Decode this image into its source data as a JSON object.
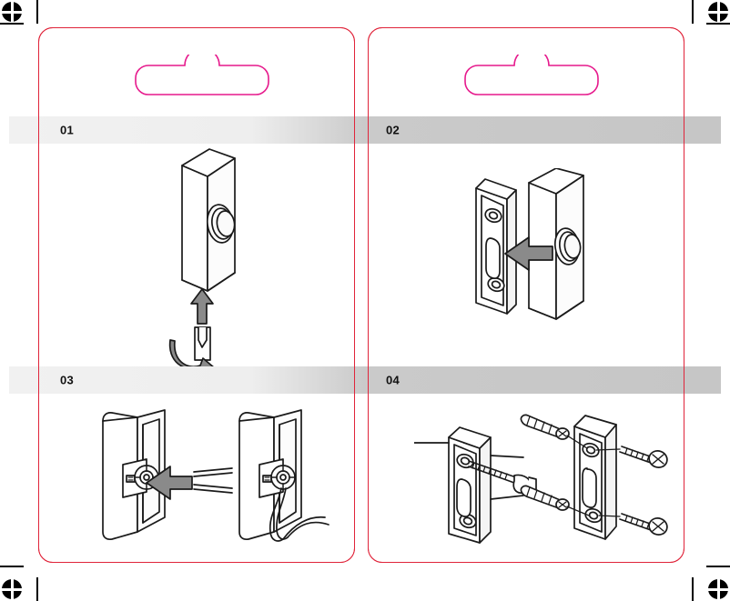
{
  "document": {
    "type": "product-packaging-instruction-sheet",
    "title": "Doorbell Installation Steps",
    "sheet_width": 802,
    "sheet_height": 661
  },
  "colors": {
    "panel_border": "#e0243a",
    "hanger_slot": "#e6198c",
    "band_light": "#f1f1f1",
    "band_dark": "#c6c6c6",
    "arrow_fill": "#8a8a8a",
    "line_art": "#1a1a1a",
    "registration_mark": "#000000"
  },
  "marks": {
    "registration_icon": "registration-crosshair-icon",
    "crop_mark_icon": "crop-mark-icon"
  },
  "panels": [
    {
      "id": "panel-left",
      "hanger_slot_label": "euro-slot-hanger-hole",
      "steps": [
        {
          "number": "01",
          "illustration": "doorbell-body-with-screwdriver-removing-screw",
          "elements": [
            "doorbell-body",
            "push-button",
            "up-arrow",
            "screwdriver",
            "rotation-arrow"
          ]
        },
        {
          "number": "03",
          "illustration": "rear-housing-wire-terminal-connection",
          "elements": [
            "rear-housing-left",
            "rear-housing-right",
            "terminal-block",
            "wire-pair",
            "insert-arrow"
          ]
        }
      ]
    },
    {
      "id": "panel-right",
      "hanger_slot_label": "euro-slot-hanger-hole",
      "steps": [
        {
          "number": "02",
          "illustration": "mounting-bracket-attaching-to-doorbell-body",
          "elements": [
            "mounting-bracket",
            "doorbell-body",
            "push-button",
            "insert-arrow"
          ]
        },
        {
          "number": "04",
          "illustration": "wall-anchors-and-screws-mounting-bracket",
          "elements": [
            "mounting-bracket-left",
            "mounting-bracket-right",
            "wall-anchor-upper",
            "wall-anchor-lower",
            "screw-upper",
            "screw-lower",
            "drill-bit"
          ]
        }
      ]
    }
  ]
}
